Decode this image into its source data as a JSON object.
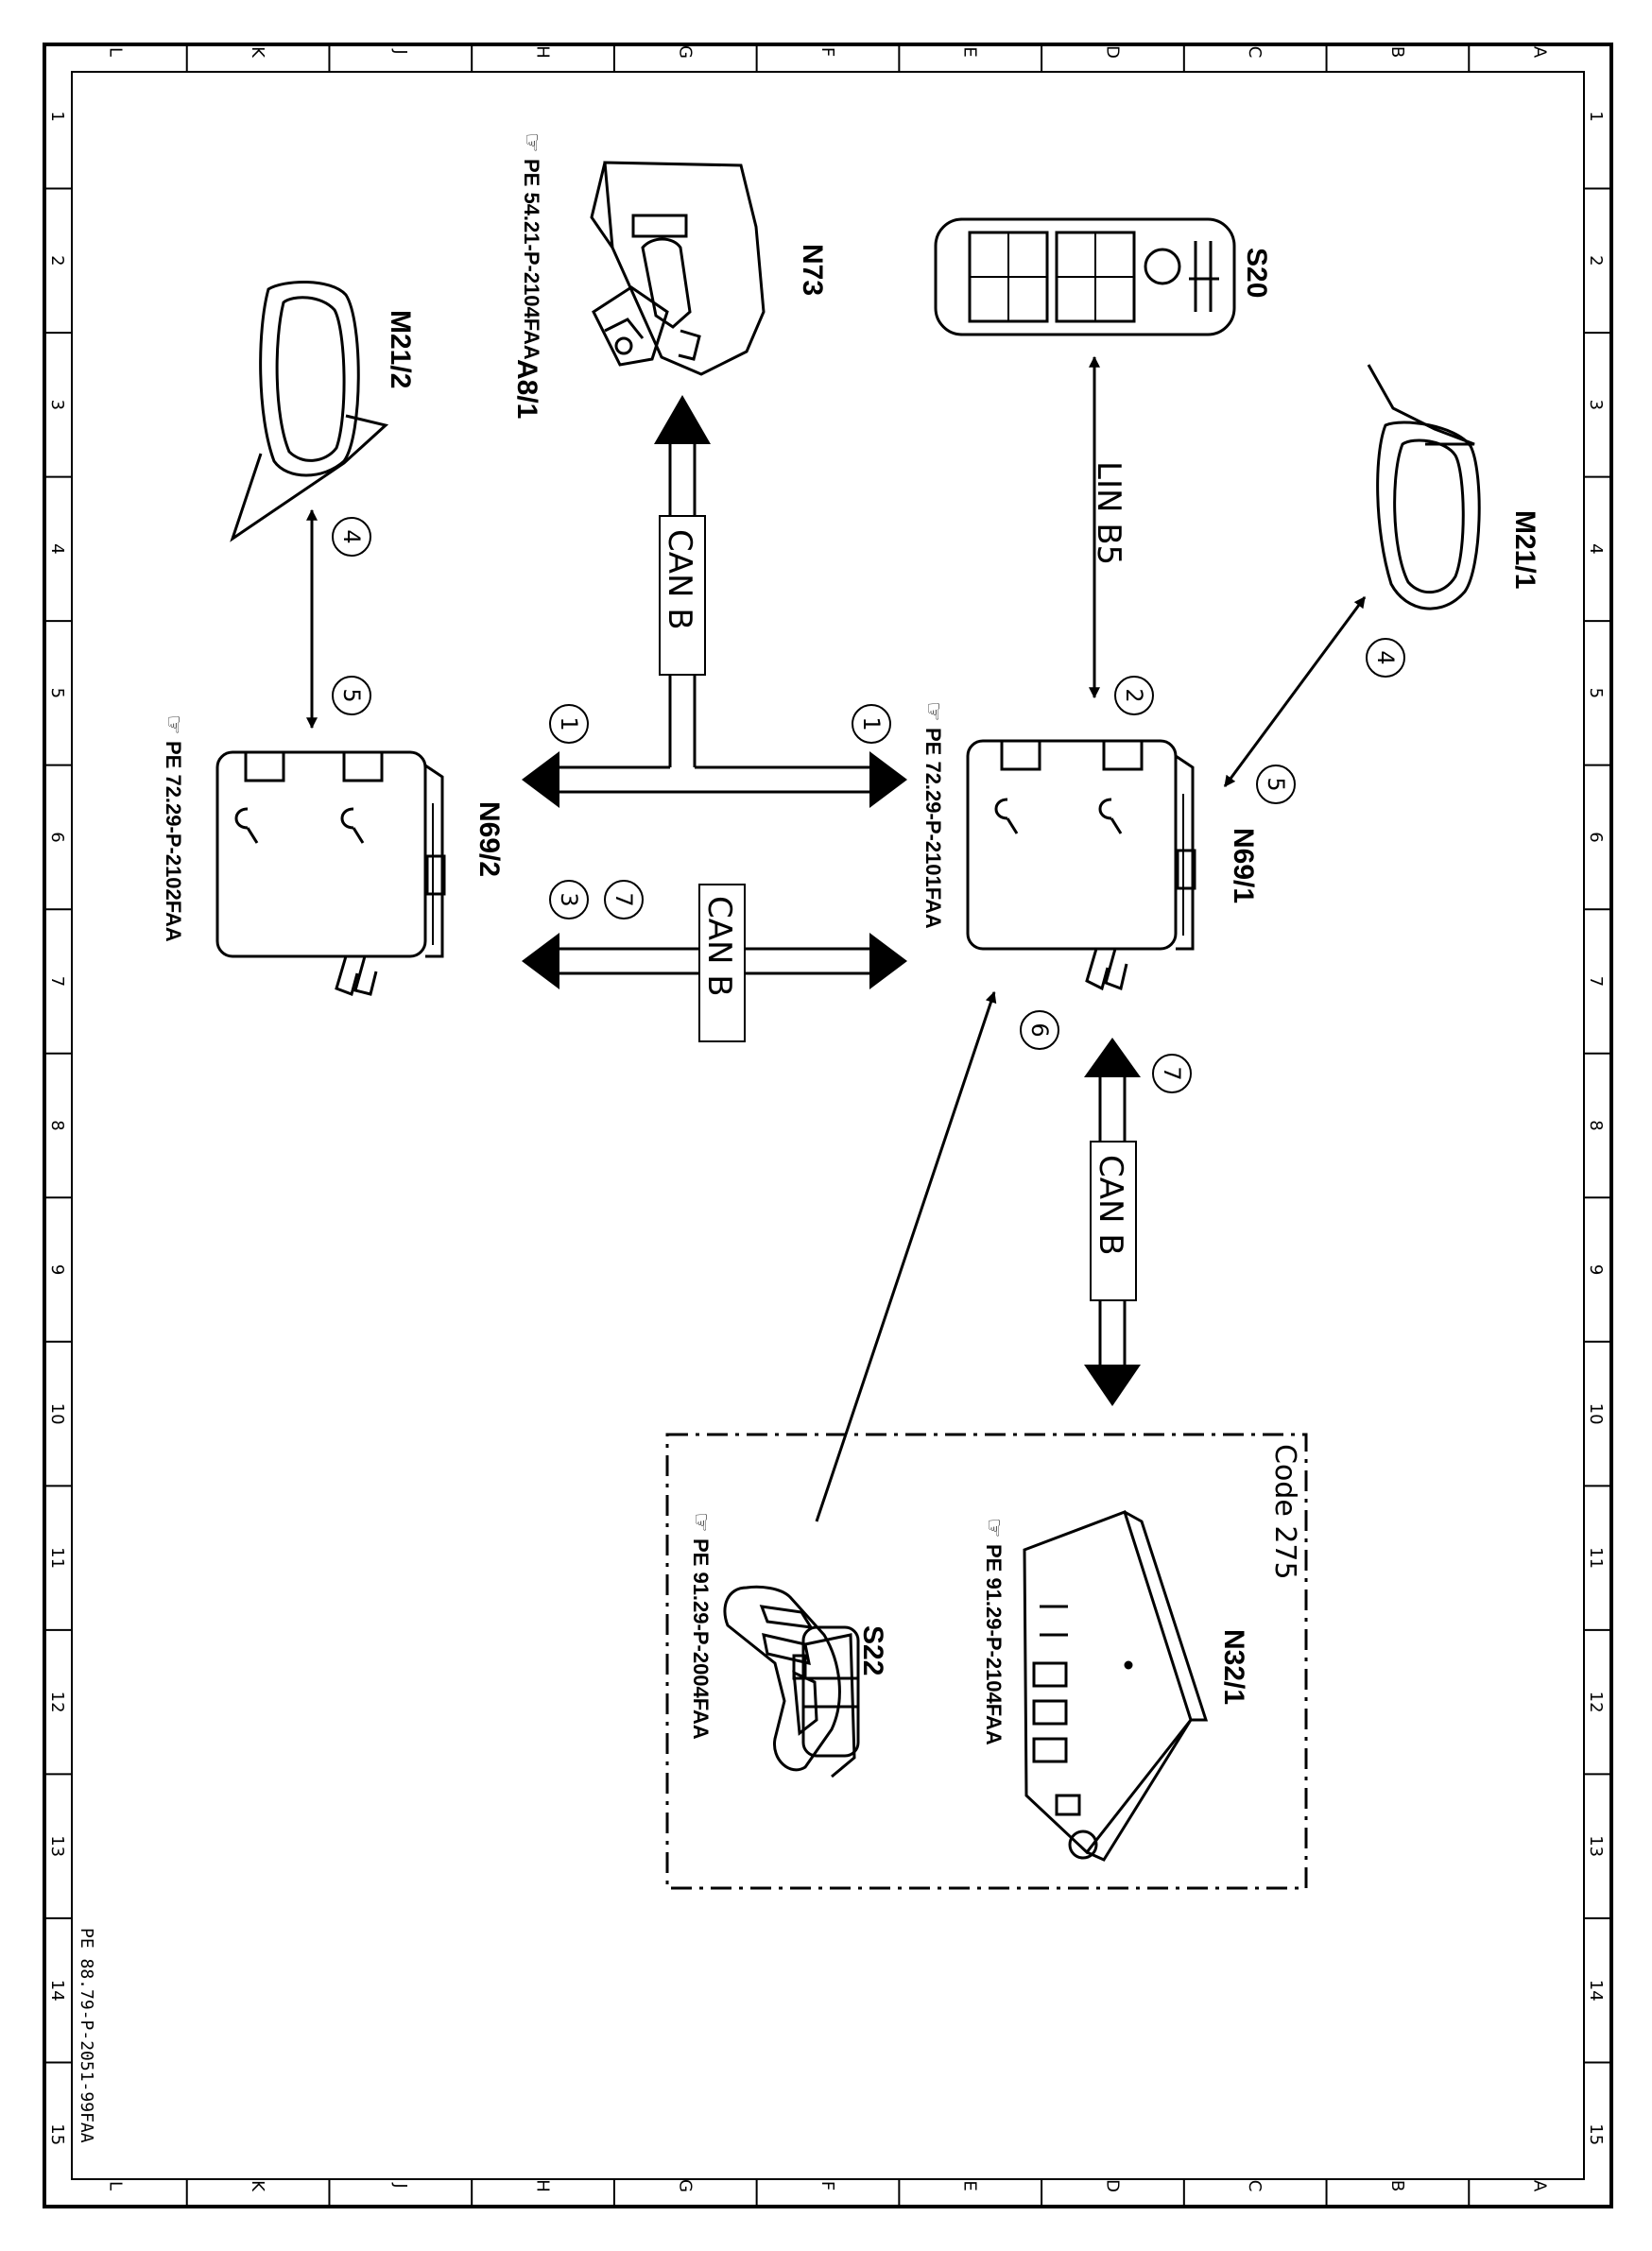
{
  "colors": {
    "ink": "#000000",
    "paper": "#ffffff"
  },
  "border": {
    "letters": [
      "L",
      "K",
      "J",
      "H",
      "G",
      "F",
      "E",
      "D",
      "C",
      "B",
      "A"
    ],
    "numbers": [
      "1",
      "2",
      "3",
      "4",
      "5",
      "6",
      "7",
      "8",
      "9",
      "10",
      "11",
      "12",
      "13",
      "14",
      "15"
    ]
  },
  "components": {
    "s20": {
      "label": "S20"
    },
    "n73": {
      "label": "N73",
      "ref": "PE 54.21-P-2104FAA"
    },
    "a8_1": {
      "label": "A8/1"
    },
    "m21_1": {
      "label": "M21/1"
    },
    "m21_2": {
      "label": "M21/2"
    },
    "n69_1": {
      "label": "N69/1",
      "ref": "PE 72.29-P-2101FAA"
    },
    "n69_2": {
      "label": "N69/2",
      "ref": "PE 72.29-P-2102FAA"
    },
    "n32_1": {
      "label": "N32/1",
      "ref": "PE 91.29-P-2104FAA"
    },
    "s22": {
      "label": "S22",
      "ref": "PE 91.29-P-2004FAA"
    }
  },
  "buses": {
    "lin": "LIN B5",
    "can_top": "CAN B",
    "can_mid": "CAN B",
    "can_lower": "CAN B"
  },
  "markers": {
    "m1a": "1",
    "m1b": "1",
    "m2": "2",
    "m3": "3",
    "m4a": "4",
    "m4b": "4",
    "m5a": "5",
    "m5b": "5",
    "m6": "6",
    "m7a": "7",
    "m7b": "7"
  },
  "option_box": {
    "label": "Code 275"
  },
  "footer": {
    "doc_ref": "PE 88.79-P-2051-99FAA"
  }
}
